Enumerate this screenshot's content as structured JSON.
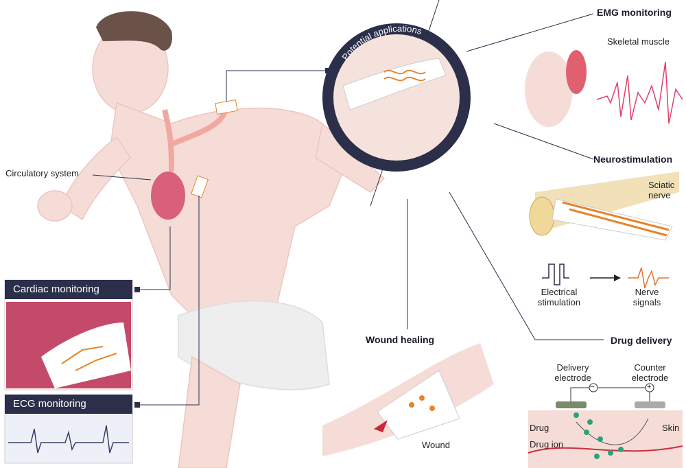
{
  "circle_title": "Potential applications",
  "left": {
    "circulatory_label": "Circulatory system",
    "cardiac_title": "Cardiac monitoring",
    "ecg_title": "ECG monitoring"
  },
  "emg": {
    "title": "EMG monitoring",
    "muscle_label": "Skeletal muscle"
  },
  "neuro": {
    "title": "Neurostimulation",
    "nerve_label": "Sciatic nerve",
    "stim_label": "Electrical stimulation",
    "signals_label": "Nerve signals"
  },
  "wound": {
    "title": "Wound healing",
    "wound_label": "Wound"
  },
  "drug": {
    "title": "Drug delivery",
    "delivery_label": "Delivery electrode",
    "counter_label": "Counter electrode",
    "minus": "−",
    "plus": "+",
    "drug_label": "Drug",
    "ion_label": "Drug ion",
    "skin_label": "Skin"
  },
  "colors": {
    "navy": "#2b2f4a",
    "orange": "#e8832a",
    "pink": "#f4d3cf",
    "emg": "#e0406a"
  }
}
